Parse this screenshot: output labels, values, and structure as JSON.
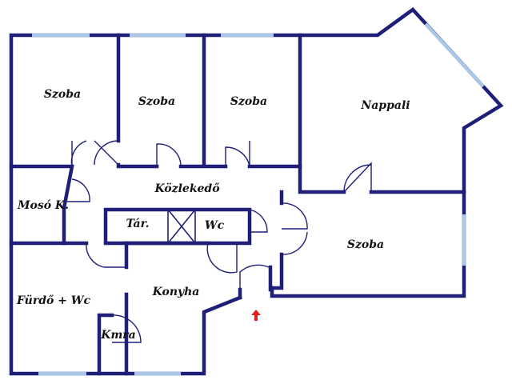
{
  "rooms": {
    "szoba_1": "Szoba",
    "szoba_2": "Szoba",
    "szoba_3": "Szoba",
    "nappali": "Nappali",
    "kozlekedo": "Közlekedő",
    "moso": "Mosó K.",
    "tar": "Tár.",
    "wc": "Wc",
    "szoba_4": "Szoba",
    "furdo": "Fürdő + Wc",
    "konyha": "Konyha",
    "kmra": "Kmra"
  },
  "colors": {
    "wall": "#1f1f78",
    "window": "#a9c8e8",
    "entrance_arrow": "#e02020"
  },
  "icons": {
    "entrance": "up-arrow-icon"
  }
}
